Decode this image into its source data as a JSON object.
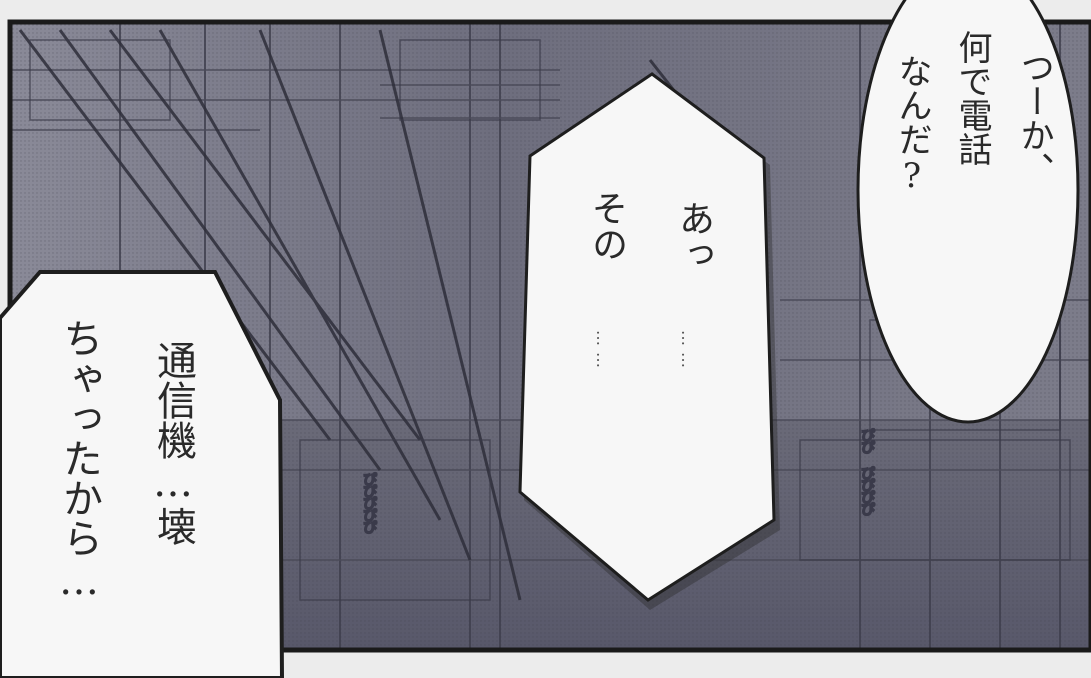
{
  "bubbles": {
    "top_right": {
      "line1": "つーか、",
      "line2": "何で電話",
      "line3": "なんだ?"
    },
    "center": {
      "line1": "あっ",
      "line2": "その",
      "dots1": "……",
      "dots2": "……"
    },
    "left": {
      "line1": "通信機…壊",
      "line2": "ちゃったから…"
    }
  },
  "sfx": {
    "left": "ぴぴぴぴぴ",
    "right": "ぴぴ ぴぴぴぴ"
  }
}
